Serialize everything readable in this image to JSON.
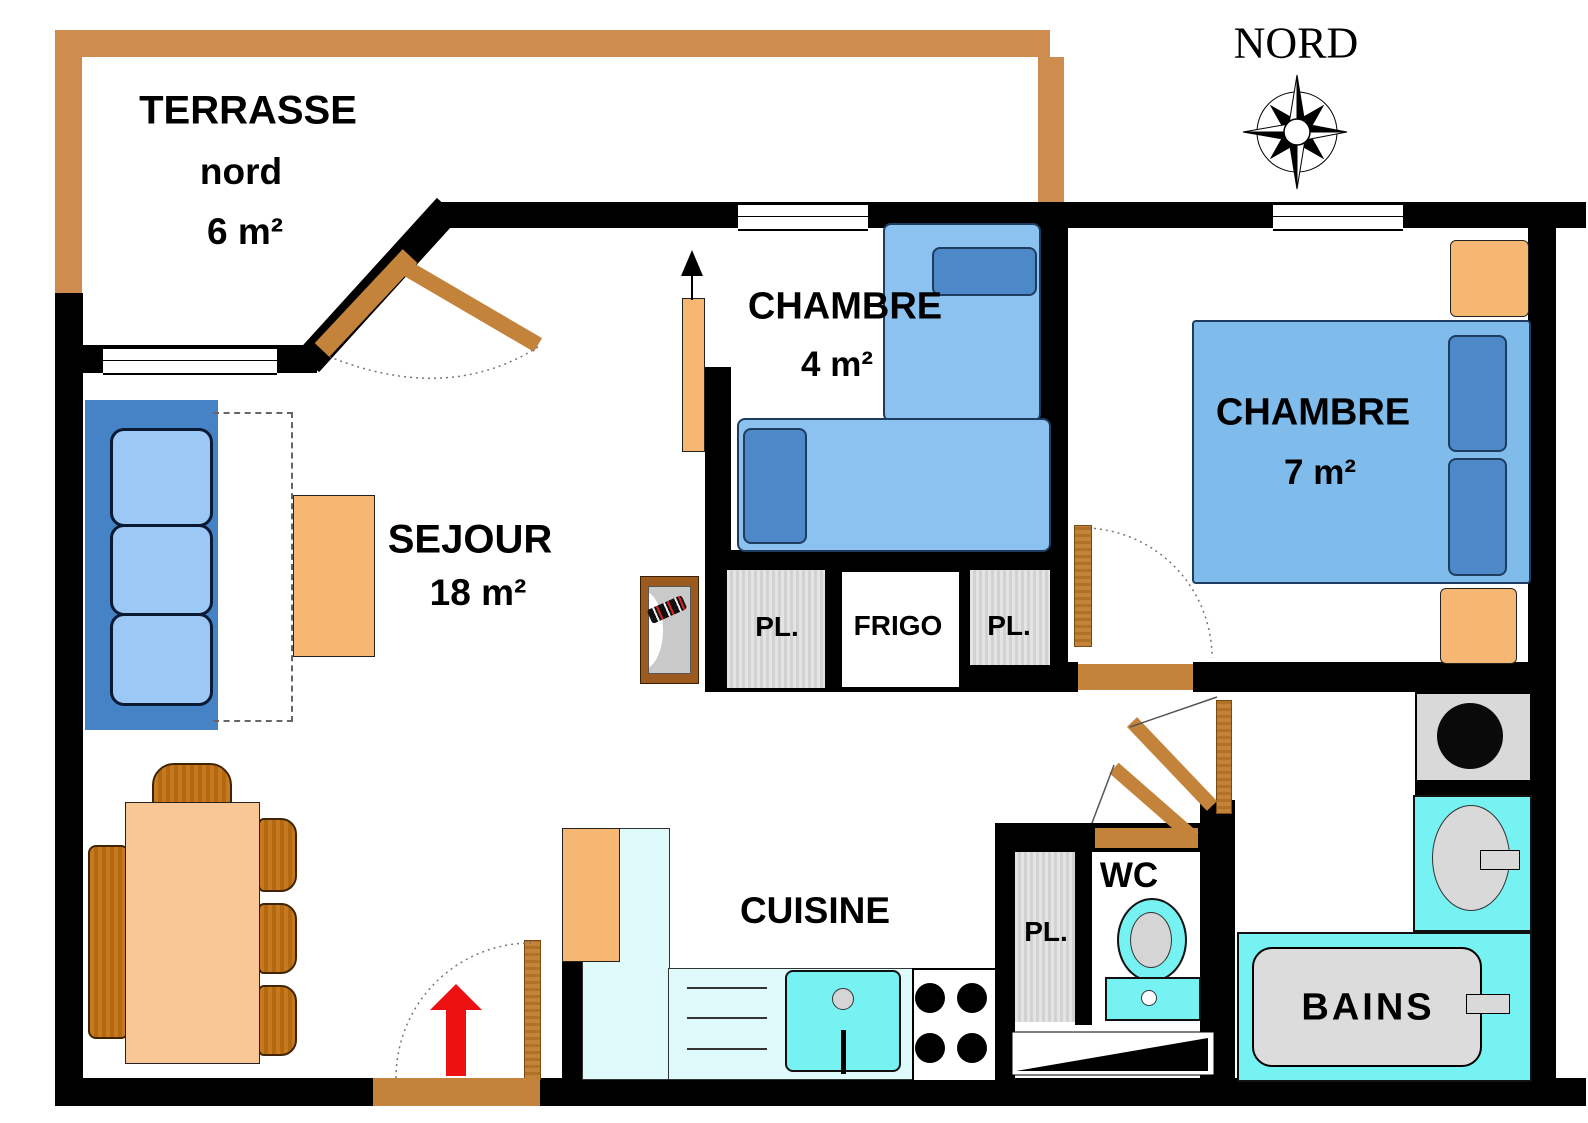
{
  "compass": {
    "north_label": "NORD"
  },
  "rooms": {
    "terrasse": {
      "name": "TERRASSE",
      "orientation": "nord",
      "area": "6 m²"
    },
    "sejour": {
      "name": "SEJOUR",
      "area": "18 m²"
    },
    "chambre_4": {
      "name": "CHAMBRE",
      "area": "4 m²"
    },
    "chambre_7": {
      "name": "CHAMBRE",
      "area": "7 m²"
    },
    "cuisine": {
      "name": "CUISINE"
    },
    "wc": {
      "name": "WC"
    },
    "bains": {
      "name": "BAINS"
    }
  },
  "fixtures": {
    "frigo": "FRIGO",
    "placards": [
      "PL.",
      "PL.",
      "PL."
    ]
  },
  "colors": {
    "wall": "#000000",
    "terrace_wood": "#CE8C4E",
    "door_wood": "#C4833B",
    "furniture_light_orange": "#F6B773",
    "table_light_orange": "#F8C795",
    "chair_wood": "#C8791F",
    "bed_blue": "#8CC2F0",
    "pillow_blue": "#4D88C8",
    "sofa_frame_blue": "#4583C6",
    "counter_cyan": "#DFFAFA",
    "fixture_cyan": "#76F2F2",
    "entry_arrow_red": "#EE1111"
  }
}
